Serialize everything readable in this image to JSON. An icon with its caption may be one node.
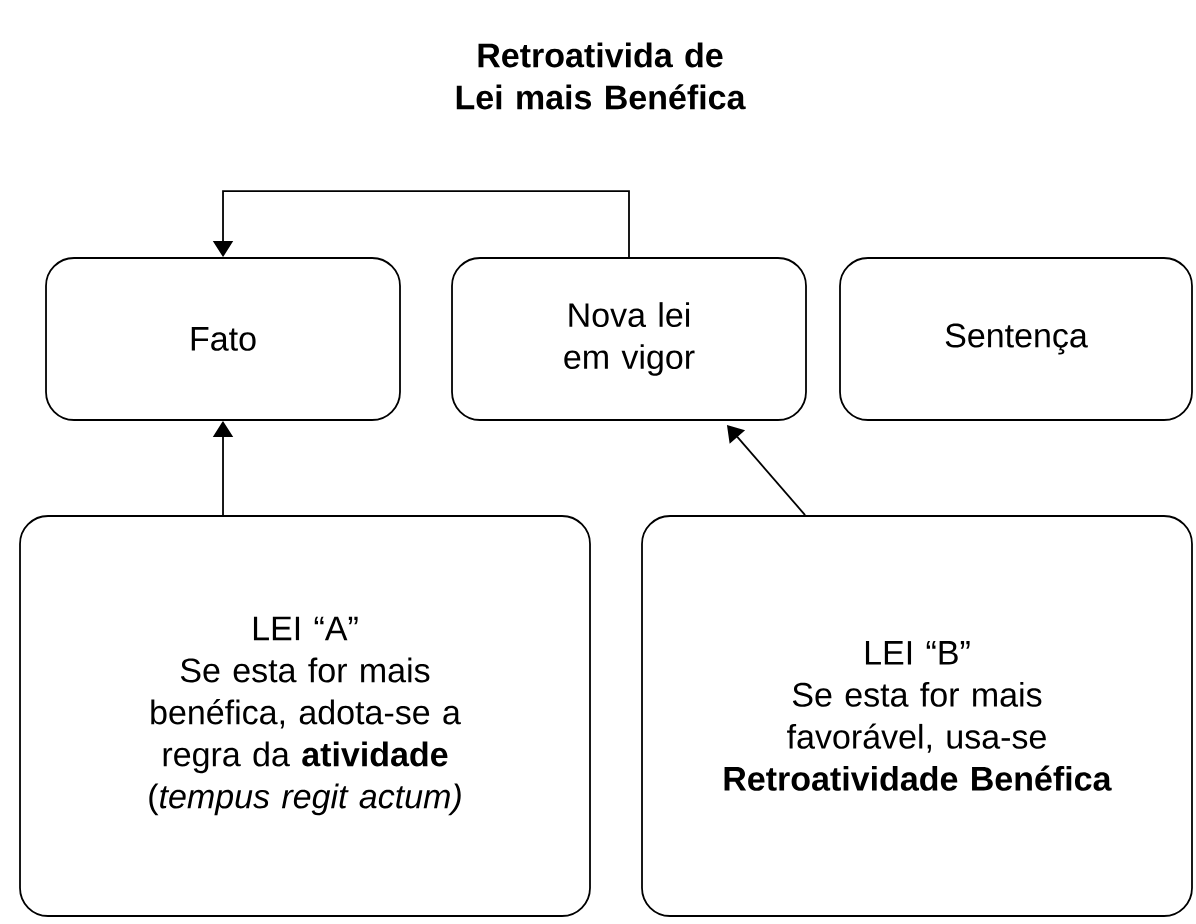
{
  "diagram": {
    "title": "Retroativida de Lei mais Benéfica",
    "nodes": [
      {
        "text": [
          "Fato"
        ]
      },
      {
        "text": [
          "Nova lei em vigor"
        ]
      },
      {
        "text": [
          "Sentença"
        ]
      },
      {
        "text": [
          "LEI “A”",
          "Se esta for mais benéfica, adota-se a regra da **atividade** (*tempus regit actum)*"
        ]
      },
      {
        "text": [
          "LEI “B”",
          "Se esta for mais favorável, usa-se **Retroatividade Benéfica**"
        ]
      }
    ],
    "edges": [
      {
        "from": 1,
        "to": 0,
        "arrow": "to"
      },
      {
        "from": 3,
        "to": 0,
        "arrow": "to"
      },
      {
        "from": 4,
        "to": 1,
        "arrow": "to"
      }
    ]
  }
}
